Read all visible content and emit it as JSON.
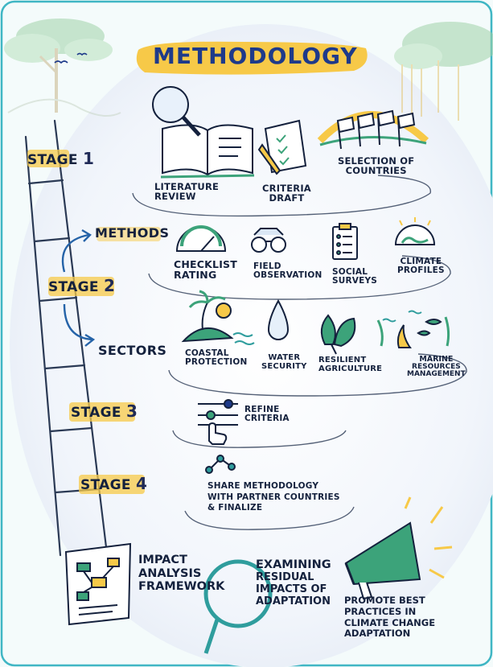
{
  "title": "Methodology",
  "stages": [
    {
      "label": "Stage",
      "number": "1"
    },
    {
      "label": "Stage",
      "number": "2"
    },
    {
      "label": "Stage",
      "number": "3"
    },
    {
      "label": "Stage",
      "number": "4"
    }
  ],
  "stage1_items": [
    {
      "label_line1": "Literature",
      "label_line2": "Review",
      "icon": "open-book-magnifier-icon"
    },
    {
      "label_line1": "Criteria",
      "label_line2": "Draft",
      "icon": "checklist-pencil-icon"
    },
    {
      "label_line1": "Selection of",
      "label_line2": "Countries",
      "icon": "flags-icon"
    }
  ],
  "methods_label": "Methods",
  "sectors_label": "Sectors",
  "methods_items": [
    {
      "label_line1": "Checklist",
      "label_line2": "Rating",
      "icon": "gauge-icon"
    },
    {
      "label_line1": "Field",
      "label_line2": "Observation",
      "icon": "binoculars-icon"
    },
    {
      "label_line1": "Social",
      "label_line2": "Surveys",
      "icon": "clipboard-icon"
    },
    {
      "label_line1": "Climate",
      "label_line2": "Profiles",
      "icon": "globe-icon"
    }
  ],
  "sectors_items": [
    {
      "label_line1": "Coastal",
      "label_line2": "Protection",
      "label_line3": "",
      "icon": "palm-island-icon"
    },
    {
      "label_line1": "Water",
      "label_line2": "Security",
      "label_line3": "",
      "icon": "water-drop-icon"
    },
    {
      "label_line1": "Resilient",
      "label_line2": "Agriculture",
      "label_line3": "",
      "icon": "leaves-icon"
    },
    {
      "label_line1": "Marine",
      "label_line2": "Resources",
      "label_line3": "Management",
      "icon": "coral-fish-icon"
    }
  ],
  "stage3_item": {
    "label_line1": "Refine",
    "label_line2": "Criteria",
    "icon": "sliders-hand-icon"
  },
  "stage4_item": {
    "label_line1": "Share methodology",
    "label_line2": "with partner countries",
    "label_line3": "& finalize",
    "icon": "share-nodes-icon"
  },
  "bottom": {
    "framework": {
      "line1": "Impact",
      "line2": "Analysis",
      "line3": "Framework"
    },
    "residual": {
      "line1": "Examining",
      "line2": "Residual",
      "line3": "Impacts of",
      "line4": "Adaptation"
    },
    "promote": {
      "line1": "Promote best",
      "line2": "practices in",
      "line3": "climate change",
      "line4": "adaptation"
    }
  },
  "colors": {
    "frame": "#3fb6c4",
    "highlight": "#f7c948",
    "ink": "#14213d",
    "green": "#3ca37a",
    "teal": "#2f9d9d",
    "navy": "#1e3a8a",
    "arrow": "#2563a8"
  }
}
